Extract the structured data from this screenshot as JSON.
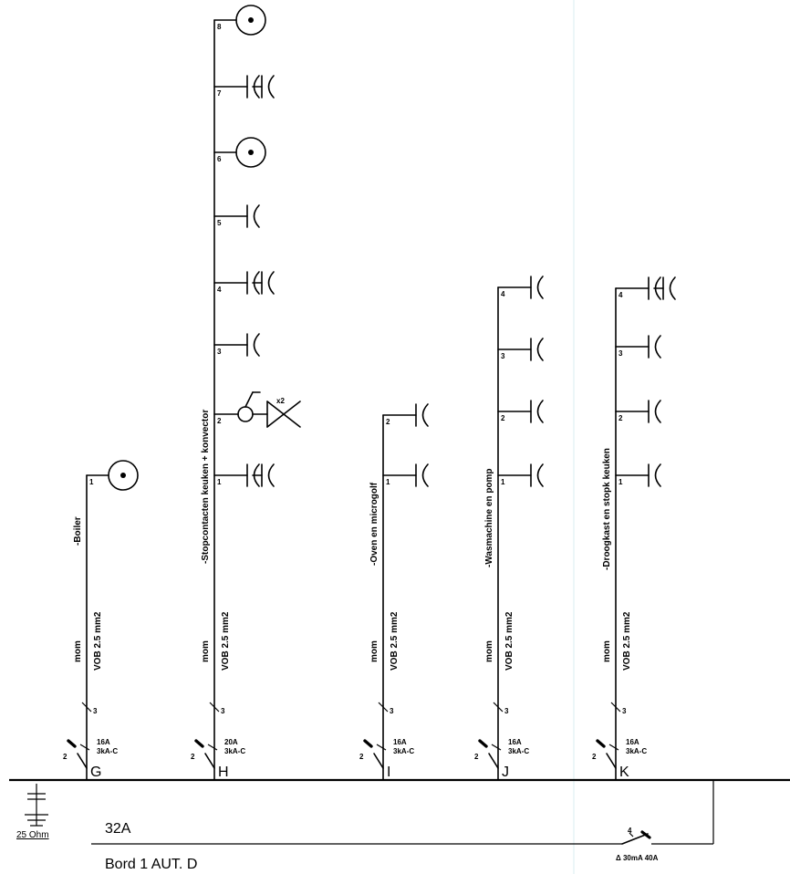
{
  "board": {
    "name": "Bord 1 AUT. D",
    "main_rating": "32A",
    "earth_resistance": "25 Ohm",
    "differential_number": "4",
    "differential_label": "Δ 30mA 40A"
  },
  "circuits": [
    {
      "letter": "G",
      "title": "-Boiler",
      "cable_type": "VOB  2.5 mm2",
      "cable_mode": "mom",
      "conductors": "3",
      "poles": "2",
      "rating": "16A",
      "breaking": "3kA-C",
      "points": [
        {
          "n": "1",
          "symbol": "appliance"
        }
      ]
    },
    {
      "letter": "H",
      "title": "-Stopcontacten keuken + konvector",
      "cable_type": "VOB  2.5 mm2",
      "cable_mode": "mom",
      "conductors": "3",
      "poles": "2",
      "rating": "20A",
      "breaking": "3kA-C",
      "points": [
        {
          "n": "1",
          "symbol": "double-socket"
        },
        {
          "n": "2",
          "symbol": "lamp"
        },
        {
          "n": "3",
          "symbol": "socket"
        },
        {
          "n": "4",
          "symbol": "double-socket"
        },
        {
          "n": "5",
          "symbol": "socket"
        },
        {
          "n": "6",
          "symbol": "appliance"
        },
        {
          "n": "7",
          "symbol": "double-socket"
        },
        {
          "n": "8",
          "symbol": "appliance"
        }
      ],
      "lamp_count": "x2"
    },
    {
      "letter": "I",
      "title": "-Oven en microgolf",
      "cable_type": "VOB  2.5 mm2",
      "cable_mode": "mom",
      "conductors": "3",
      "poles": "2",
      "rating": "16A",
      "breaking": "3kA-C",
      "points": [
        {
          "n": "1",
          "symbol": "socket"
        },
        {
          "n": "2",
          "symbol": "socket"
        }
      ]
    },
    {
      "letter": "J",
      "title": "-Wasmachine en pomp",
      "cable_type": "VOB  2.5 mm2",
      "cable_mode": "mom",
      "conductors": "3",
      "poles": "2",
      "rating": "16A",
      "breaking": "3kA-C",
      "points": [
        {
          "n": "1",
          "symbol": "socket"
        },
        {
          "n": "2",
          "symbol": "socket"
        },
        {
          "n": "3",
          "symbol": "socket"
        },
        {
          "n": "4",
          "symbol": "socket"
        }
      ]
    },
    {
      "letter": "K",
      "title": "-Droogkast en stopk keuken",
      "cable_type": "VOB  2.5 mm2",
      "cable_mode": "mom",
      "conductors": "3",
      "poles": "2",
      "rating": "16A",
      "breaking": "3kA-C",
      "points": [
        {
          "n": "1",
          "symbol": "socket"
        },
        {
          "n": "2",
          "symbol": "socket"
        },
        {
          "n": "3",
          "symbol": "socket"
        },
        {
          "n": "4",
          "symbol": "double-socket"
        }
      ]
    }
  ]
}
